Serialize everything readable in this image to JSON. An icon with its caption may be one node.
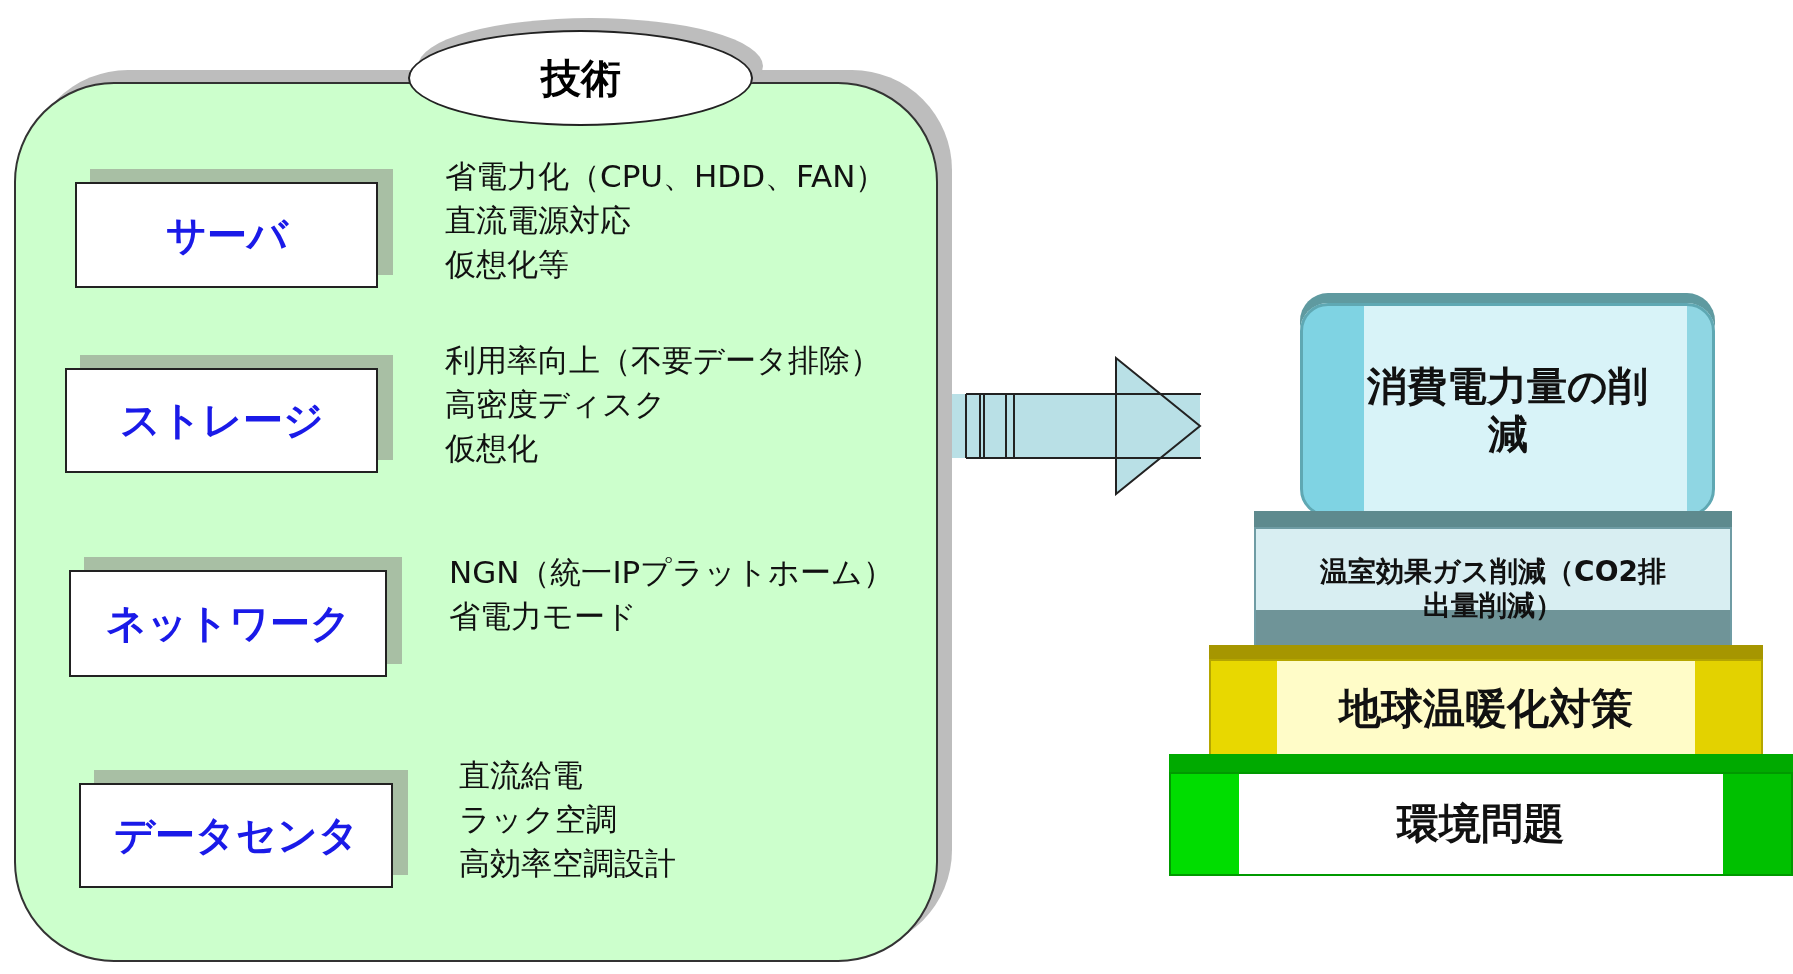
{
  "diagram": {
    "nodes": [
      {
        "text": [
          "技術"
        ]
      },
      {
        "text": [
          "サーバ"
        ],
        "in": 0,
        "beside": [
          "省電力化（CPU、HDD、FAN）",
          "直流電源対応",
          "仮想化等"
        ]
      },
      {
        "text": [
          "ストレージ"
        ],
        "in": 0,
        "beside": [
          "利用率向上（不要データ排除）",
          "高密度ディスク",
          "仮想化"
        ]
      },
      {
        "text": [
          "ネットワーク"
        ],
        "in": 0,
        "beside": [
          "NGN（統一IPプラットホーム）",
          "省電力モード"
        ]
      },
      {
        "text": [
          "データセンタ"
        ],
        "in": 0,
        "beside": [
          "直流給電",
          "ラック空調",
          "高効率空調設計"
        ]
      },
      {
        "text": [
          "消費電力量の削減"
        ]
      },
      {
        "text": [
          "温室効果ガス削減（CO2排出量削減）"
        ]
      },
      {
        "text": [
          "地球温暖化対策"
        ]
      },
      {
        "text": [
          "環境問題"
        ]
      }
    ],
    "edges": [
      {
        "from": 0,
        "to": 5,
        "arrow": "to"
      }
    ]
  }
}
